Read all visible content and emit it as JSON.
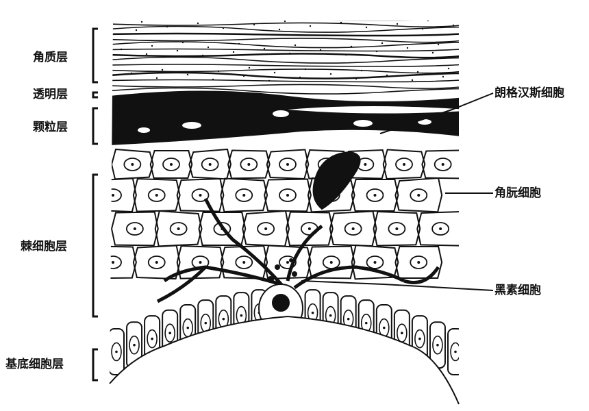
{
  "figure": {
    "left_labels": [
      {
        "id": "stratum-corneum",
        "text": "角质层"
      },
      {
        "id": "stratum-lucidum",
        "text": "透明层"
      },
      {
        "id": "stratum-granulosum",
        "text": "颗粒层"
      },
      {
        "id": "stratum-spinosum",
        "text": "棘细胞层"
      },
      {
        "id": "stratum-basale",
        "text": "基底细胞层"
      }
    ],
    "right_labels": [
      {
        "id": "langerhans-cell",
        "text": "朗格汉斯细胞"
      },
      {
        "id": "keratinocyte",
        "text": "角朊细胞"
      },
      {
        "id": "melanocyte",
        "text": "黑素细胞"
      }
    ]
  },
  "colors": {
    "ink": "#111111",
    "paper": "#ffffff"
  }
}
